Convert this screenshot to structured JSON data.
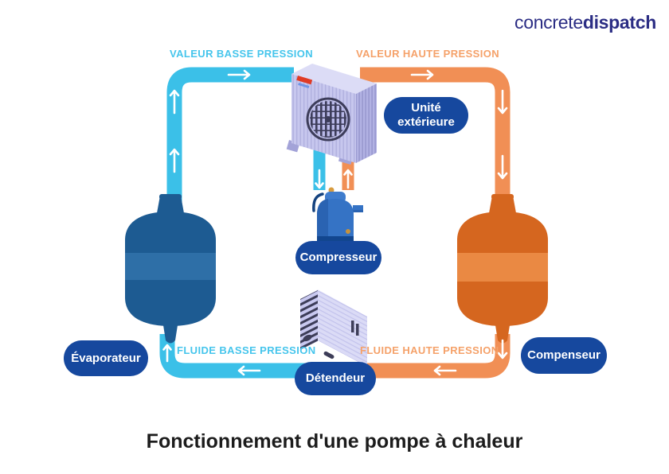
{
  "logo": {
    "text_regular": "concrete",
    "text_bold": "dispatch"
  },
  "title": "Fonctionnement d'une pompe à chaleur",
  "pipe_labels": {
    "valeur_basse": "VALEUR BASSE PRESSION",
    "valeur_haute": "VALEUR HAUTE PRESSION",
    "fluide_basse": "FLUIDE BASSE PRESSION",
    "fluide_haute": "FLUIDE HAUTE PRESSION"
  },
  "badges": {
    "unite_exterieure": "Unité extérieure",
    "compresseur": "Compresseur",
    "detendeur": "Détendeur",
    "evaporateur": "Évaporateur",
    "compenseur": "Compenseur"
  },
  "colors": {
    "pipe-cyan": "#3bc0e8",
    "pipe-orange": "#f18f55",
    "label-cyan": "#45c5ec",
    "label-orange": "#f5a169",
    "badge-blue": "#16489e",
    "tank-blue": "#1d5b92",
    "tank-blue-light": "#2e6fa7",
    "tank-orange": "#d5661f",
    "tank-orange-light": "#ea8943",
    "device-lavender": "#c7c7ee",
    "logo-navy": "#2b2d84",
    "title-dark": "#1c1c1c"
  }
}
